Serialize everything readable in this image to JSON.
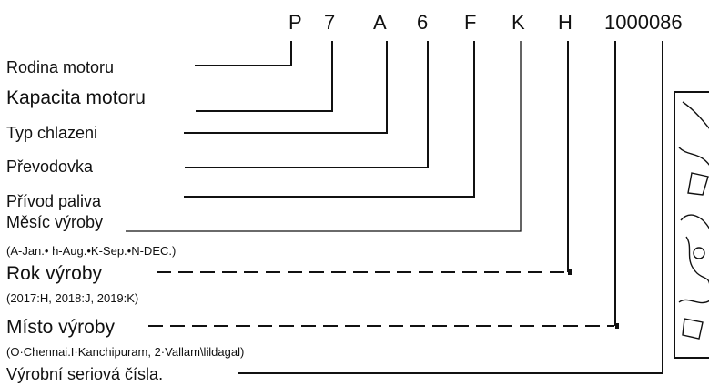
{
  "code": {
    "family": "P",
    "capacity": "7",
    "cooling": "A",
    "transmission": "6",
    "fuel": "F",
    "month": "K",
    "year": "H",
    "serial": "1000086"
  },
  "labels": {
    "family": "Rodina motoru",
    "capacity": "Kapacita motoru",
    "cooling": "Typ chlazeni",
    "transmission": "Převodovka",
    "fuel": "Přívod paliva",
    "month": "Měsíc výroby",
    "month_note": "(A-Jan.• h-Aug.•K-Sep.•N-DEC.)",
    "year": "Rok výroby",
    "year_note": "(2017:H, 2018:J, 2019:K)",
    "place": "Místo výroby",
    "place_note": "(O·Chennai.I·Kanchipuram, 2·Vallam\\lildagal)",
    "serial": "Výrobní seriová čísla."
  }
}
